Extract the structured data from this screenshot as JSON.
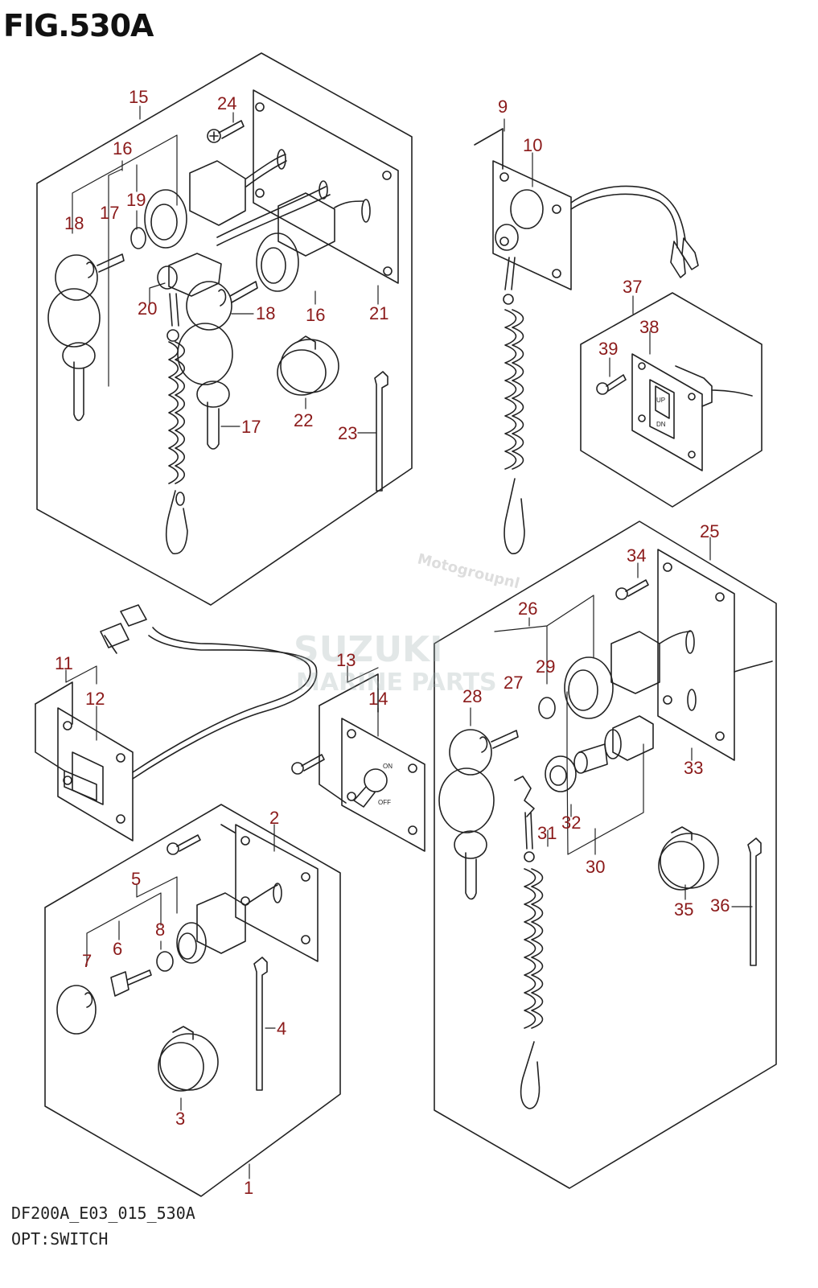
{
  "figure": {
    "title": "FIG.530A",
    "model_code": "DF200A_E03_015_530A",
    "subtitle": "OPT:SWITCH"
  },
  "watermark": {
    "brand": "SUZUKI",
    "line": "MARINE PARTS",
    "site": "Motogroupnl"
  },
  "callouts": [
    {
      "id": "c1",
      "label": "1"
    },
    {
      "id": "c2",
      "label": "2"
    },
    {
      "id": "c3",
      "label": "3"
    },
    {
      "id": "c4",
      "label": "4"
    },
    {
      "id": "c5",
      "label": "5"
    },
    {
      "id": "c6",
      "label": "6"
    },
    {
      "id": "c7",
      "label": "7"
    },
    {
      "id": "c8",
      "label": "8"
    },
    {
      "id": "c9",
      "label": "9"
    },
    {
      "id": "c10",
      "label": "10"
    },
    {
      "id": "c11",
      "label": "11"
    },
    {
      "id": "c12",
      "label": "12"
    },
    {
      "id": "c13",
      "label": "13"
    },
    {
      "id": "c14",
      "label": "14"
    },
    {
      "id": "c15",
      "label": "15"
    },
    {
      "id": "c16a",
      "label": "16"
    },
    {
      "id": "c16b",
      "label": "16"
    },
    {
      "id": "c17a",
      "label": "17"
    },
    {
      "id": "c17b",
      "label": "17"
    },
    {
      "id": "c18a",
      "label": "18"
    },
    {
      "id": "c18b",
      "label": "18"
    },
    {
      "id": "c19",
      "label": "19"
    },
    {
      "id": "c20",
      "label": "20"
    },
    {
      "id": "c21",
      "label": "21"
    },
    {
      "id": "c22",
      "label": "22"
    },
    {
      "id": "c23",
      "label": "23"
    },
    {
      "id": "c24",
      "label": "24"
    },
    {
      "id": "c25",
      "label": "25"
    },
    {
      "id": "c26",
      "label": "26"
    },
    {
      "id": "c27",
      "label": "27"
    },
    {
      "id": "c28",
      "label": "28"
    },
    {
      "id": "c29",
      "label": "29"
    },
    {
      "id": "c30",
      "label": "30"
    },
    {
      "id": "c31",
      "label": "31"
    },
    {
      "id": "c32",
      "label": "32"
    },
    {
      "id": "c33",
      "label": "33"
    },
    {
      "id": "c34",
      "label": "34"
    },
    {
      "id": "c35",
      "label": "35"
    },
    {
      "id": "c36",
      "label": "36"
    },
    {
      "id": "c37",
      "label": "37"
    },
    {
      "id": "c38",
      "label": "38"
    },
    {
      "id": "c39",
      "label": "39"
    }
  ],
  "panel_labels": {
    "on": "ON",
    "off": "OFF",
    "up": "UP",
    "dn": "DN"
  }
}
